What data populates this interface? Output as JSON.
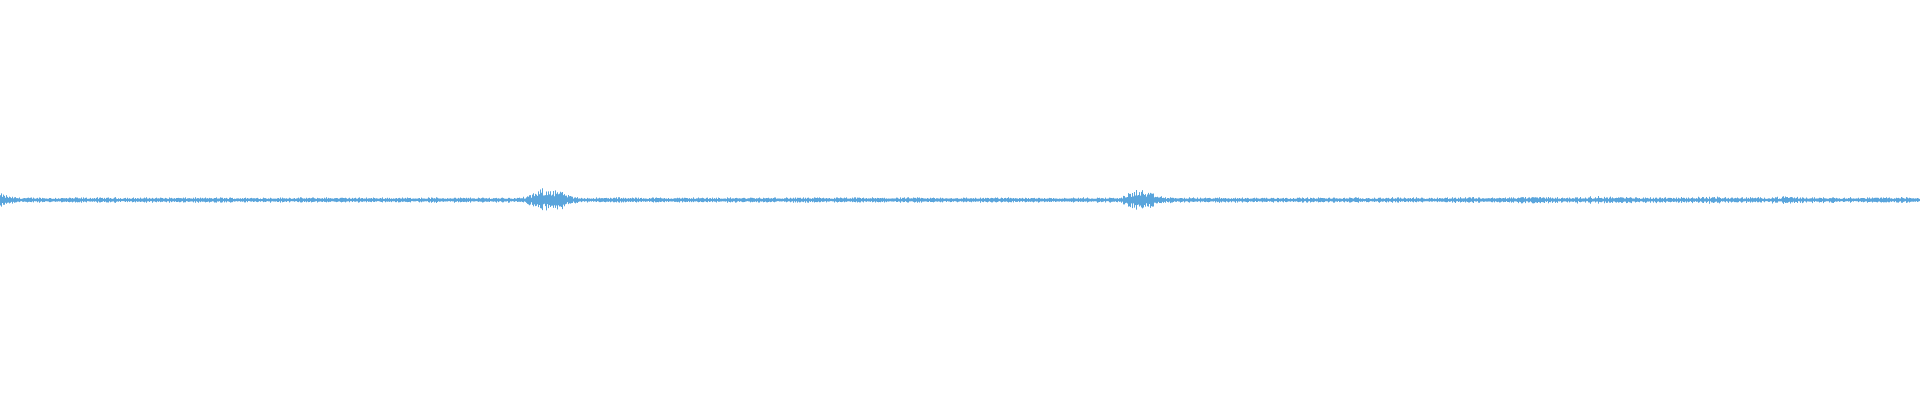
{
  "waveform": {
    "color": "#5aa5dc",
    "background": "#ffffff",
    "amplitude_profile": [
      0.55,
      0.3,
      0.22,
      0.2,
      0.22,
      0.2,
      0.21,
      0.2,
      0.22,
      0.2,
      0.21,
      0.2,
      0.22,
      0.21,
      0.2,
      0.21,
      0.22,
      0.2,
      0.21,
      0.2,
      0.21,
      0.2,
      0.21,
      0.22,
      0.2,
      0.21,
      0.2,
      0.21,
      0.22,
      0.2,
      0.21,
      0.2,
      0.21,
      0.2,
      0.22,
      0.2,
      0.21,
      0.2,
      0.21,
      0.2,
      0.21,
      0.2,
      0.21,
      0.2,
      0.21,
      0.22,
      0.2,
      0.21,
      0.2,
      0.21,
      0.2,
      0.21,
      0.22,
      0.2,
      0.21,
      0.45,
      0.85,
      1.0,
      0.8,
      0.35,
      0.22,
      0.21,
      0.2,
      0.21,
      0.22,
      0.2,
      0.21,
      0.2,
      0.21,
      0.2,
      0.21,
      0.2,
      0.22,
      0.2,
      0.21,
      0.2,
      0.21,
      0.2,
      0.21,
      0.2,
      0.21,
      0.2,
      0.21,
      0.22,
      0.2,
      0.21,
      0.2,
      0.21,
      0.2,
      0.21,
      0.2,
      0.21,
      0.2,
      0.22,
      0.2,
      0.21,
      0.2,
      0.21,
      0.2,
      0.21,
      0.2,
      0.21,
      0.2,
      0.21,
      0.22,
      0.2,
      0.21,
      0.2,
      0.21,
      0.2,
      0.21,
      0.2,
      0.21,
      0.2,
      0.21,
      0.2,
      0.21,
      0.6,
      0.9,
      0.65,
      0.35,
      0.24,
      0.22,
      0.21,
      0.2,
      0.21,
      0.22,
      0.2,
      0.21,
      0.2,
      0.21,
      0.2,
      0.21,
      0.22,
      0.2,
      0.21,
      0.2,
      0.21,
      0.2,
      0.21,
      0.22,
      0.2,
      0.21,
      0.2,
      0.21,
      0.22,
      0.2,
      0.21,
      0.2,
      0.21,
      0.22,
      0.24,
      0.26,
      0.24,
      0.22,
      0.21,
      0.22,
      0.24,
      0.26,
      0.28,
      0.26,
      0.24,
      0.22,
      0.24,
      0.26,
      0.28,
      0.3,
      0.28,
      0.26,
      0.24,
      0.22,
      0.24,
      0.26,
      0.24,
      0.22,
      0.24,
      0.26,
      0.28,
      0.26,
      0.24,
      0.22,
      0.24,
      0.22,
      0.24,
      0.26,
      0.3,
      0.26,
      0.24,
      0.22,
      0.24,
      0.26,
      0.24,
      0.22,
      0.21,
      0.22,
      0.24,
      0.26,
      0.24,
      0.22,
      0.2
    ]
  }
}
